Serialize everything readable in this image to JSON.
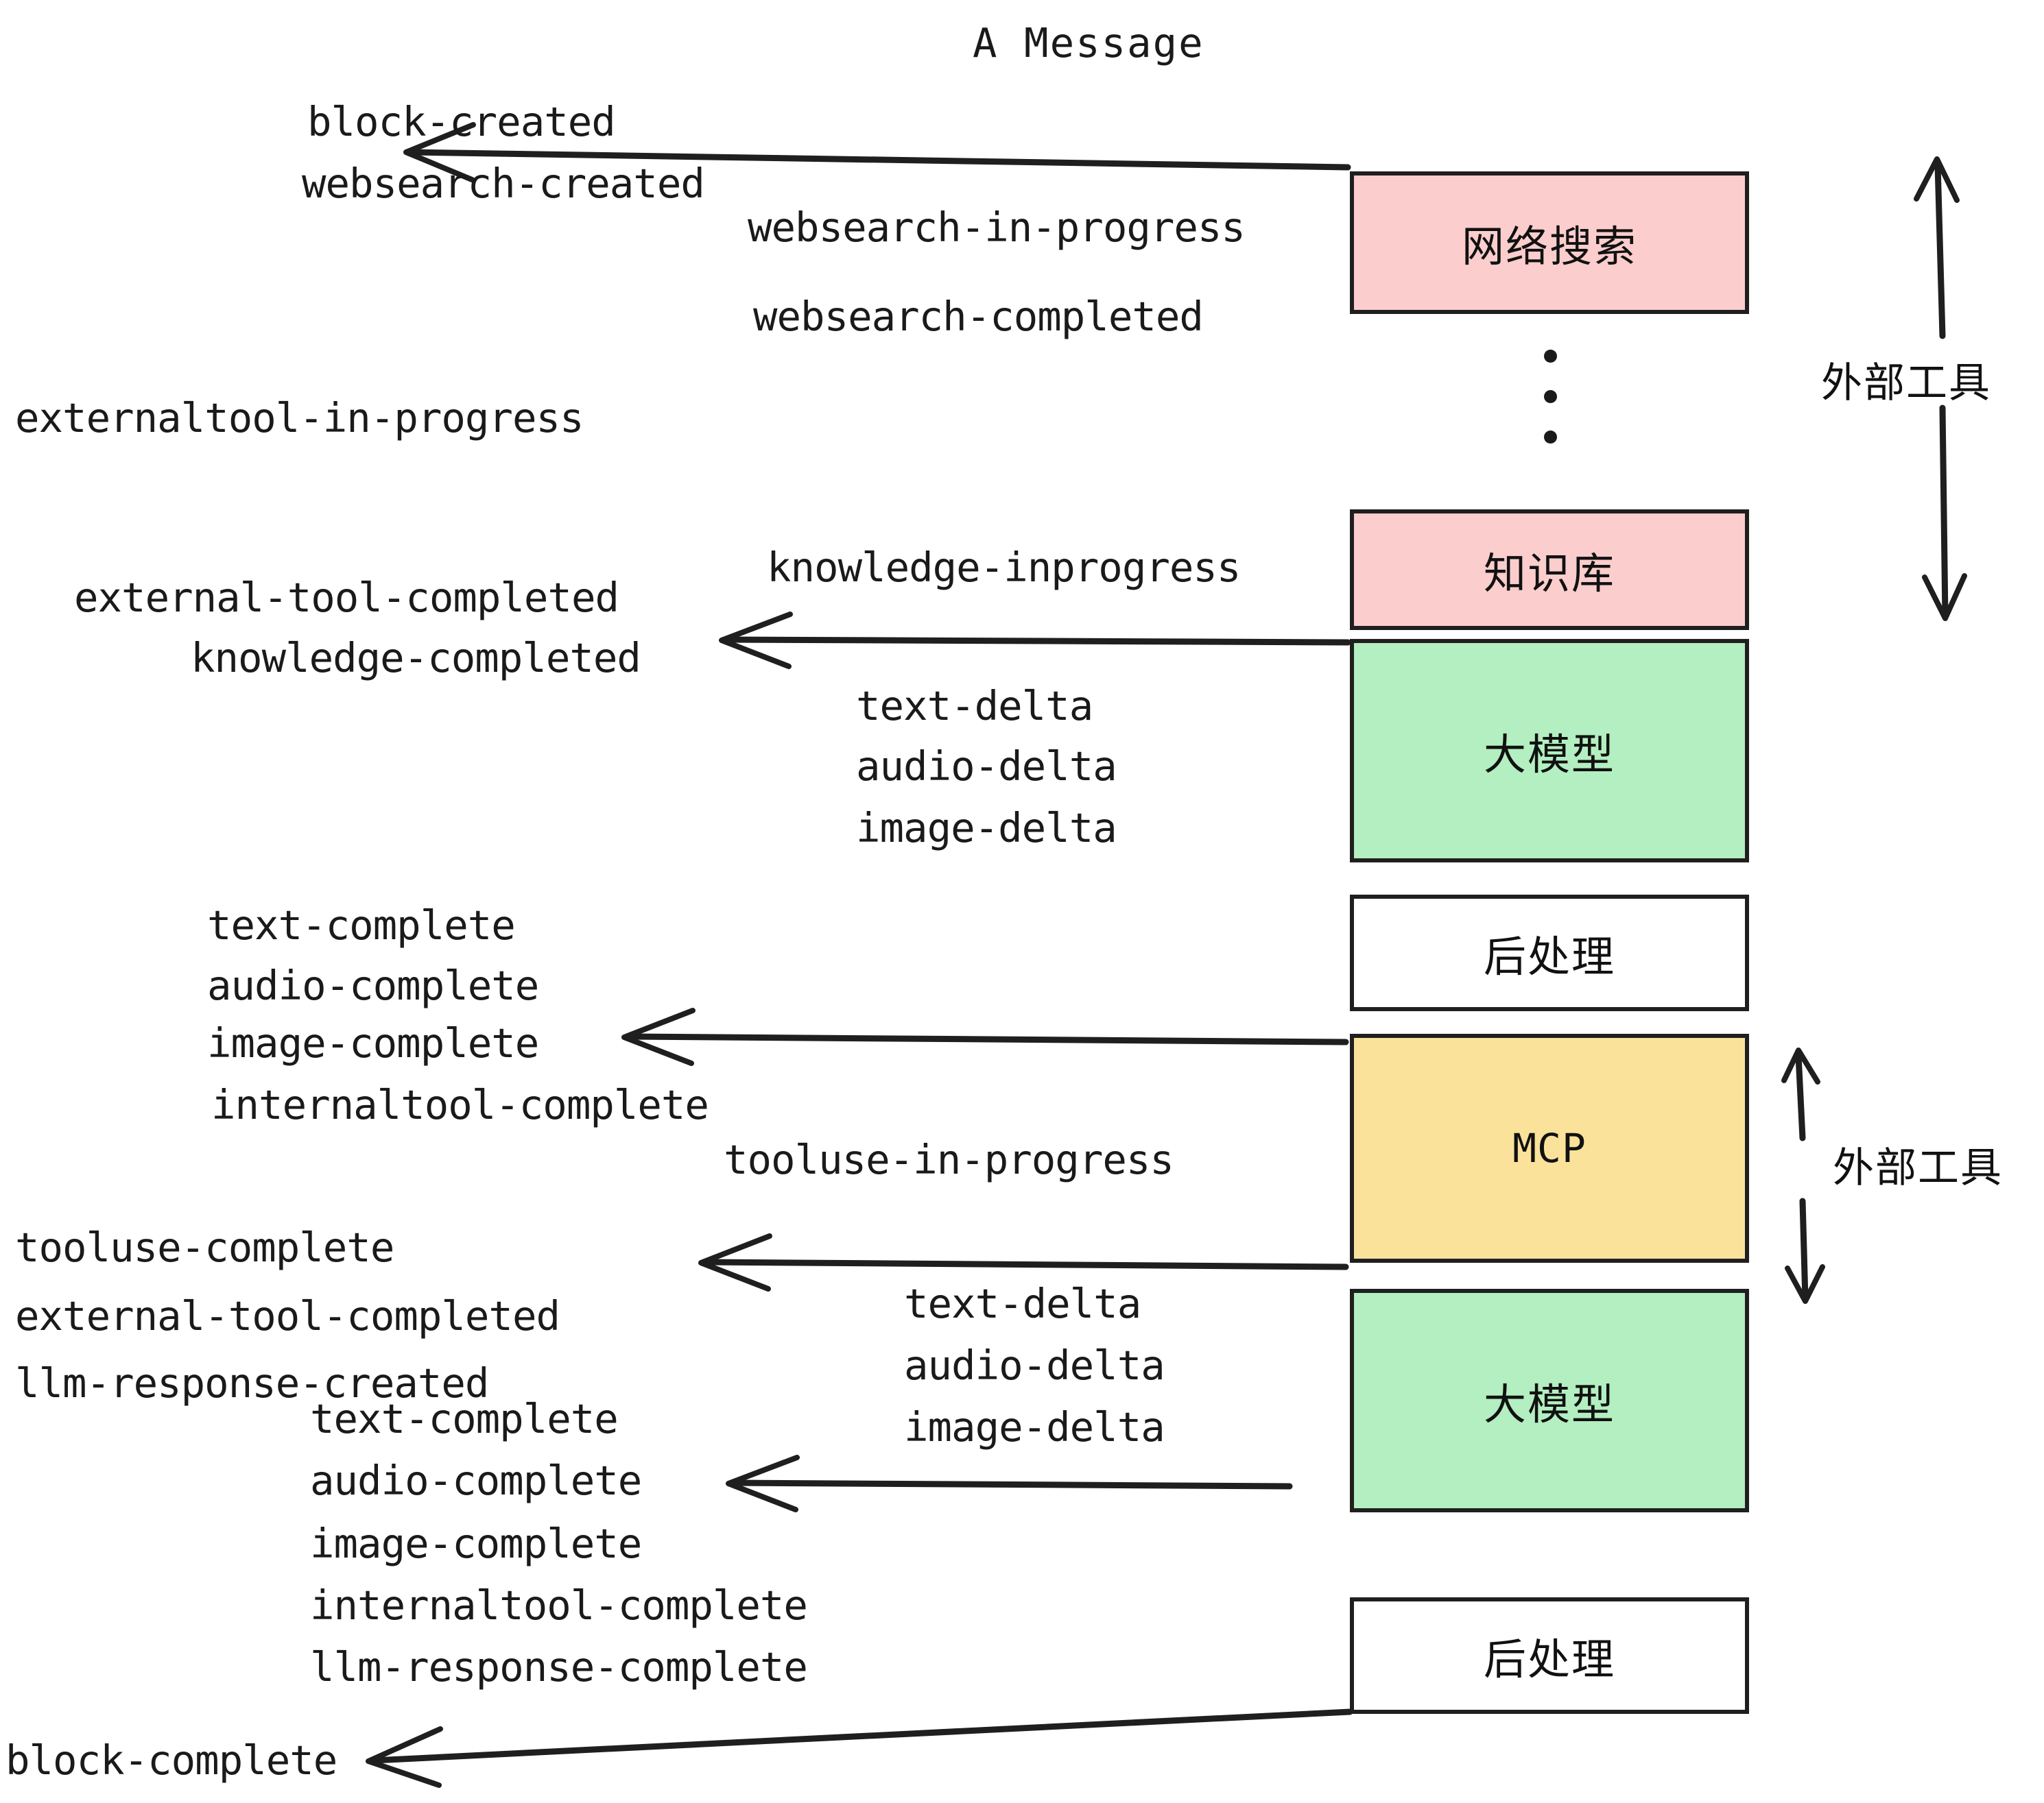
{
  "diagram": {
    "title": "A Message",
    "colors": {
      "pink": "#FBCDCD",
      "green": "#B3EFC0",
      "yellow": "#FAE29A",
      "white": "#FFFFFF",
      "stroke": "#1F1F1F",
      "text": "#1A1A1A"
    },
    "nodes": [
      {
        "id": "websearch",
        "label": "网络搜索",
        "fill": "pink"
      },
      {
        "id": "knowledge",
        "label": "知识库",
        "fill": "pink"
      },
      {
        "id": "llm-1",
        "label": "大模型",
        "fill": "green"
      },
      {
        "id": "postproc-1",
        "label": "后处理",
        "fill": "white"
      },
      {
        "id": "mcp",
        "label": "MCP",
        "fill": "yellow"
      },
      {
        "id": "llm-2",
        "label": "大模型",
        "fill": "green"
      },
      {
        "id": "postproc-2",
        "label": "后处理",
        "fill": "white"
      }
    ],
    "side_labels": [
      {
        "id": "external-tool-top",
        "label": "外部工具"
      },
      {
        "id": "external-tool-bottom",
        "label": "外部工具"
      }
    ],
    "events": [
      {
        "id": "e01",
        "text": "block-created"
      },
      {
        "id": "e02",
        "text": "websearch-created"
      },
      {
        "id": "e03",
        "text": "websearch-in-progress"
      },
      {
        "id": "e04",
        "text": "websearch-completed"
      },
      {
        "id": "e05",
        "text": "externaltool-in-progress"
      },
      {
        "id": "e06",
        "text": "knowledge-inprogress"
      },
      {
        "id": "e07",
        "text": "external-tool-completed"
      },
      {
        "id": "e08",
        "text": "knowledge-completed"
      },
      {
        "id": "e09",
        "text": "text-delta"
      },
      {
        "id": "e10",
        "text": "audio-delta"
      },
      {
        "id": "e11",
        "text": "image-delta"
      },
      {
        "id": "e12",
        "text": "text-complete"
      },
      {
        "id": "e13",
        "text": "audio-complete"
      },
      {
        "id": "e14",
        "text": "image-complete"
      },
      {
        "id": "e15",
        "text": "internaltool-complete"
      },
      {
        "id": "e16",
        "text": "tooluse-in-progress"
      },
      {
        "id": "e17",
        "text": "tooluse-complete"
      },
      {
        "id": "e18",
        "text": "external-tool-completed"
      },
      {
        "id": "e19",
        "text": "llm-response-created"
      },
      {
        "id": "e20",
        "text": "text-delta"
      },
      {
        "id": "e21",
        "text": "audio-delta"
      },
      {
        "id": "e22",
        "text": "image-delta"
      },
      {
        "id": "e23",
        "text": "text-complete"
      },
      {
        "id": "e24",
        "text": "audio-complete"
      },
      {
        "id": "e25",
        "text": "image-complete"
      },
      {
        "id": "e26",
        "text": "internaltool-complete"
      },
      {
        "id": "e27",
        "text": "llm-response-complete"
      },
      {
        "id": "e28",
        "text": "block-complete"
      }
    ]
  }
}
